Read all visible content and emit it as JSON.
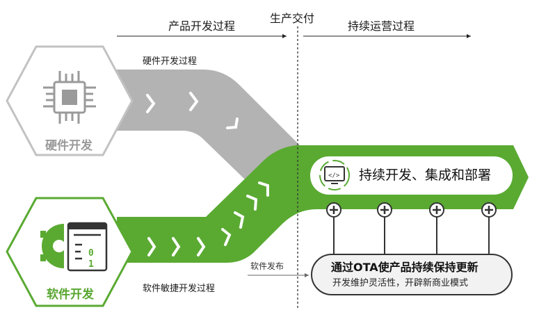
{
  "phases": {
    "development": "产品开发过程",
    "delivery": "生产交付",
    "operation": "持续运营过程"
  },
  "hardware": {
    "hex_label": "硬件开发",
    "flow_label": "硬件开发过程",
    "icon": "chip-icon",
    "color": "#b3b3b3"
  },
  "software": {
    "hex_label": "软件开发",
    "flow_label": "软件敏捷开发过程",
    "release_label": "软件发布",
    "icon": "gear-code-icon",
    "color": "#5aaa32"
  },
  "cicd": {
    "label": "持续开发、集成和部署",
    "icon": "monitor-code-icon"
  },
  "ota": {
    "title": "通过OTA使产品持续保持更新",
    "subtitle": "开发维护灵活性，开辟新商业模式"
  },
  "update_nodes": [
    "plus-icon",
    "plus-icon",
    "plus-icon",
    "plus-icon"
  ]
}
